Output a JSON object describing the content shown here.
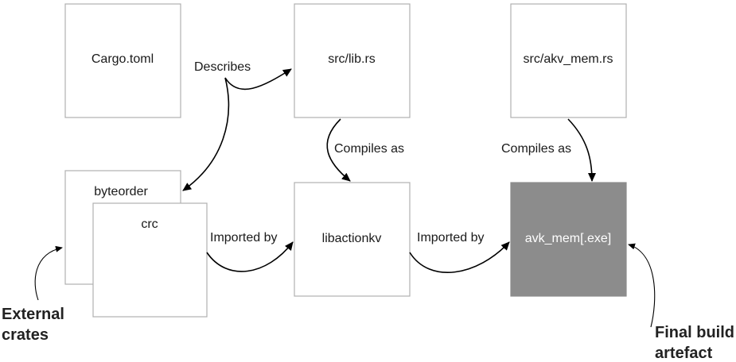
{
  "nodes": {
    "cargo_toml": "Cargo.toml",
    "lib_rs": "src/lib.rs",
    "akv_mem_rs": "src/akv_mem.rs",
    "byteorder": "byteorder",
    "crc": "crc",
    "libactionkv": "libactionkv",
    "final_artefact": "avk_mem[.exe]"
  },
  "edges": {
    "describes": "Describes",
    "compiles_as_lib": "Compiles as",
    "compiles_as_bin": "Compiles as",
    "imported_by_crates": "Imported by",
    "imported_by_lib": "Imported by"
  },
  "callouts": {
    "external_crates": [
      "External",
      "crates"
    ],
    "final_build_artefact": [
      "Final build",
      "artefact"
    ]
  },
  "colors": {
    "final_artefact_fill": "#8c8c8c",
    "box_border": "#b0b0b0",
    "arrow": "#000000"
  }
}
